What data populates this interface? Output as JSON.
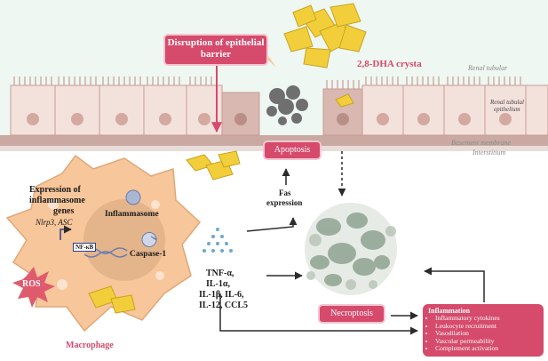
{
  "labels": {
    "disruption": "Disruption of epithelial barrier",
    "crystal": "2,8-DHA crysta",
    "renal_tubular": "Renal tubular",
    "renal_epithelium_1": "Renal tubulal",
    "renal_epithelium_2": "epithelium",
    "basement_membrane": "Basement membrane",
    "interstitium": "Interstitium",
    "apoptosis": "Apoptosis",
    "fas_1": "Fas",
    "fas_2": "expression",
    "expression_1": "Expression of",
    "expression_2": "inflammasome",
    "expression_3": "genes",
    "genes_italic": "Nlrp3, ASC",
    "inflammasome": "Inflammasome",
    "nfkb": "NF-κB",
    "caspase": "Caspase-1",
    "ros": "ROS",
    "cytokines_1": "TNF-α,",
    "cytokines_2": "IL-1α,",
    "cytokines_3": "IL-1β, IL-6,",
    "cytokines_4": "IL-12, CCL5",
    "necroptosis": "Necroptosis",
    "macrophage": "Macrophage"
  },
  "inflammation": {
    "title": "Inflammation",
    "items": [
      "Inflammatory cytokines",
      "Leukocyte recruitment",
      "Vasodilation",
      "Vascular permeability",
      "Complement activation"
    ]
  },
  "colors": {
    "accent": "#d64a6b",
    "tubule_bg": "#eef7f1",
    "cell_fill": "#f3e1dc",
    "nucleus": "#d3a9a0",
    "membrane": "#c9a9a1",
    "macrophage": "#f7c69a",
    "crystal": "#f2cf3a",
    "dead_cell": "#8fa390"
  }
}
